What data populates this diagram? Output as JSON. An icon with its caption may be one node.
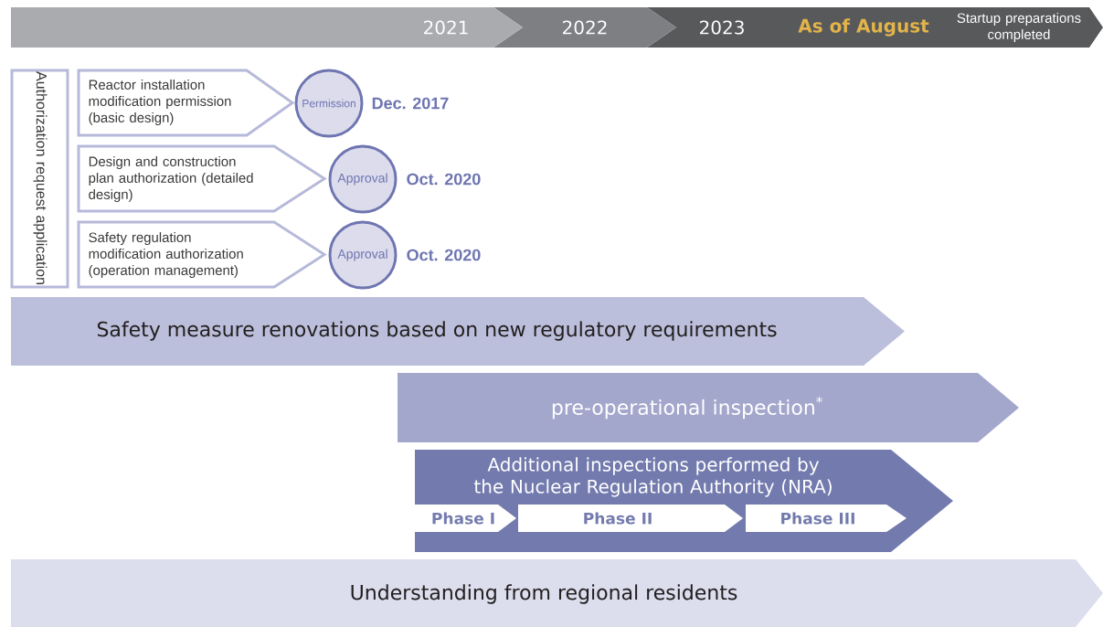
{
  "diagram": {
    "nodes": [
      {
        "text": [
          "2021"
        ]
      },
      {
        "text": [
          "2022"
        ]
      },
      {
        "text": [
          "2023",
          "As of August",
          "Startup preparations completed"
        ]
      },
      {
        "text": [
          "Authorization request application"
        ]
      },
      {
        "text": [
          "Reactor installation modification permission (basic design)"
        ]
      },
      {
        "text": [
          "Permission"
        ],
        "beside": [
          "Dec. 2017"
        ]
      },
      {
        "text": [
          "Design and construction plan authorization (detailed design)"
        ]
      },
      {
        "text": [
          "Approval"
        ],
        "beside": [
          "Oct. 2020"
        ]
      },
      {
        "text": [
          "Safety regulation modification authorization (operation management)"
        ]
      },
      {
        "text": [
          "Approval"
        ],
        "beside": [
          "Oct. 2020"
        ]
      },
      {
        "text": [
          "Safety measure renovations based on new regulatory requirements"
        ]
      },
      {
        "text": [
          "pre-operational inspection$^{*}$"
        ]
      },
      {
        "text": [
          "Additional inspections performed by the Nuclear Regulation Authority (NRA)"
        ]
      },
      {
        "text": [
          "Phase I"
        ],
        "in": 12
      },
      {
        "text": [
          "Phase II"
        ],
        "in": 12
      },
      {
        "text": [
          "Phase III"
        ],
        "in": 12
      },
      {
        "text": [
          "Understanding from regional residents"
        ]
      }
    ]
  }
}
